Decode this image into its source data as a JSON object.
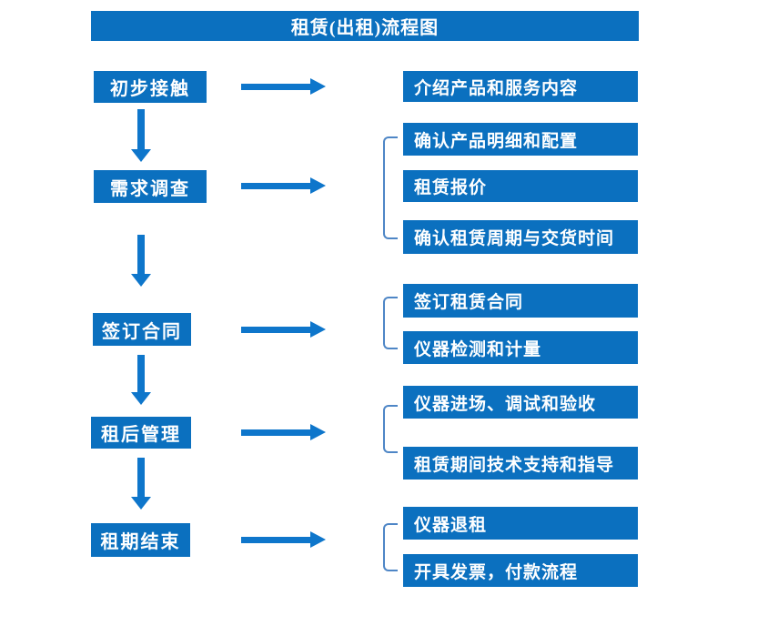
{
  "title": "租赁(出租)流程图",
  "colors": {
    "box_fill": "#0B70BF",
    "arrow": "#0E76CB",
    "bracket": "#4E86C6",
    "box_text": "#FFFFFF",
    "background": "#FFFFFF"
  },
  "steps": [
    {
      "label": "初步接触",
      "outputs": [
        "介绍产品和服务内容"
      ]
    },
    {
      "label": "需求调查",
      "outputs": [
        "确认产品明细和配置",
        "租赁报价",
        "确认租赁周期与交货时间"
      ]
    },
    {
      "label": "签订合同",
      "outputs": [
        "签订租赁合同",
        "仪器检测和计量"
      ]
    },
    {
      "label": "租后管理",
      "outputs": [
        "仪器进场、调试和验收",
        "租赁期间技术支持和指导"
      ]
    },
    {
      "label": "租期结束",
      "outputs": [
        "仪器退租",
        "开具发票，付款流程"
      ]
    }
  ]
}
